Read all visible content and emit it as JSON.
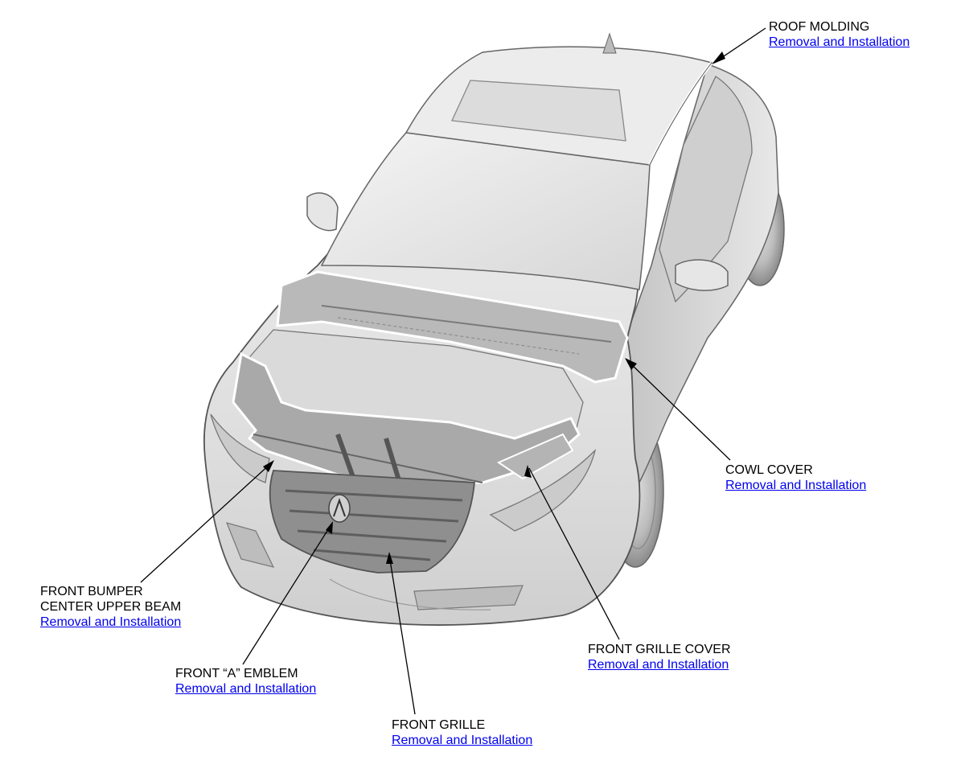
{
  "callouts": {
    "roof_molding": {
      "name": "ROOF MOLDING",
      "link": "Removal and Installation"
    },
    "cowl_cover": {
      "name": "COWL COVER",
      "link": "Removal and Installation"
    },
    "front_bumper_upper_beam": {
      "name_line1": "FRONT BUMPER",
      "name_line2": "CENTER UPPER BEAM",
      "link": "Removal and Installation"
    },
    "front_grille_cover": {
      "name": "FRONT GRILLE COVER",
      "link": "Removal and Installation"
    },
    "front_a_emblem": {
      "name": "FRONT “A” EMBLEM",
      "link": "Removal and Installation"
    },
    "front_grille": {
      "name": "FRONT GRILLE",
      "link": "Removal and Installation"
    }
  },
  "colors": {
    "link": "#0000ee",
    "body_light": "#f2f2f2",
    "body_mid": "#d4d4d4",
    "body_dark": "#9a9a9a",
    "outline": "#555555"
  }
}
